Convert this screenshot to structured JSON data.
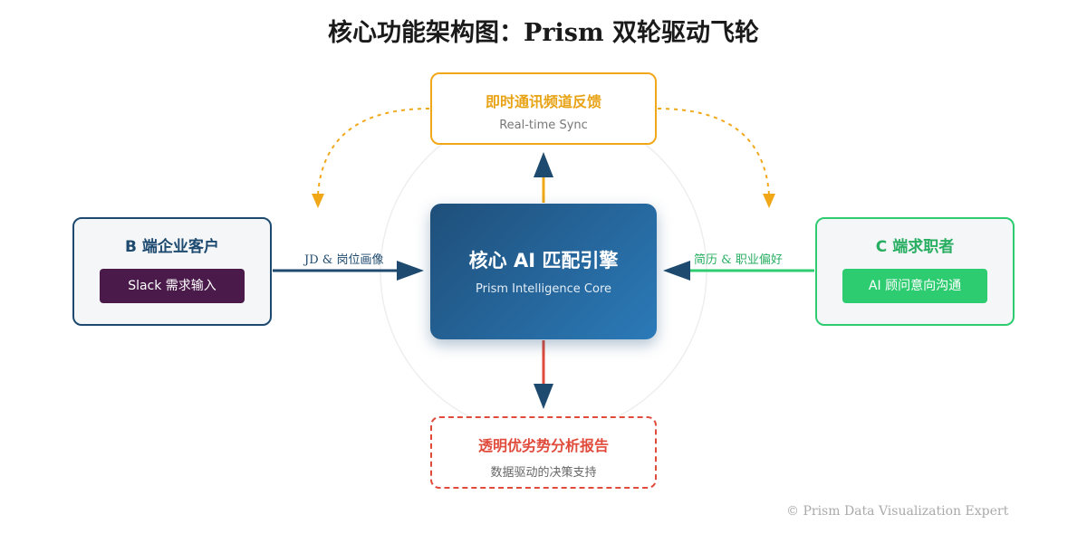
{
  "title": "核心功能架构图：Prism 双轮驱动飞轮",
  "nodes": {
    "top": {
      "title": "即时通讯频道反馈",
      "subtitle": "Real-time Sync"
    },
    "core": {
      "title": "核心 AI 匹配引擎",
      "subtitle": "Prism Intelligence Core"
    },
    "bottom": {
      "title": "透明优劣势分析报告",
      "subtitle": "数据驱动的决策支持"
    },
    "left": {
      "title": "B 端企业客户",
      "pill": "Slack 需求输入"
    },
    "right": {
      "title": "C 端求职者",
      "pill": "AI 顾问意向沟通"
    }
  },
  "edges": {
    "left_label": "JD & 岗位画像",
    "right_label": "简历 & 职业偏好"
  },
  "footer": "© Prism Data Visualization Expert",
  "colors": {
    "navy": "#1d4a6e",
    "orange": "#f0a818",
    "red": "#e04b3c",
    "green": "#2ecc71",
    "purple": "#4a1a4a"
  }
}
